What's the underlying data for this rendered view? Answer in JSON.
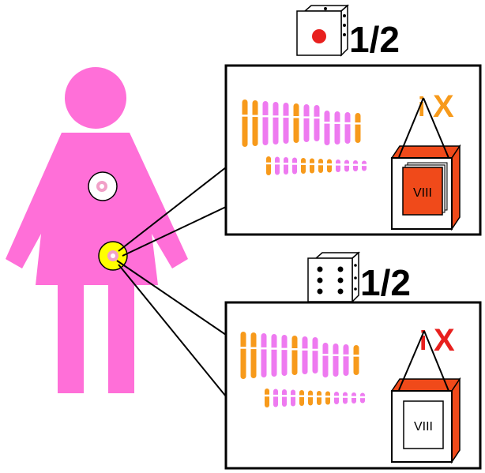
{
  "colors": {
    "figure": "#ff6fd8",
    "orange": "#f79a1b",
    "pink_chrom": "#ee7af0",
    "red": "#e8201e",
    "yellow": "#ffff00",
    "black": "#000000"
  },
  "top_panel": {
    "die_face": 1,
    "probability": "1/2",
    "x_label": "X",
    "x_color": "#f79a1b",
    "box_label": "VIII",
    "box_fill": "#f04a1a"
  },
  "bottom_panel": {
    "die_face": 6,
    "probability": "1/2",
    "x_label": "X",
    "x_color": "#e8201e",
    "box_label": "VIII",
    "box_fill": "#ffffff"
  }
}
